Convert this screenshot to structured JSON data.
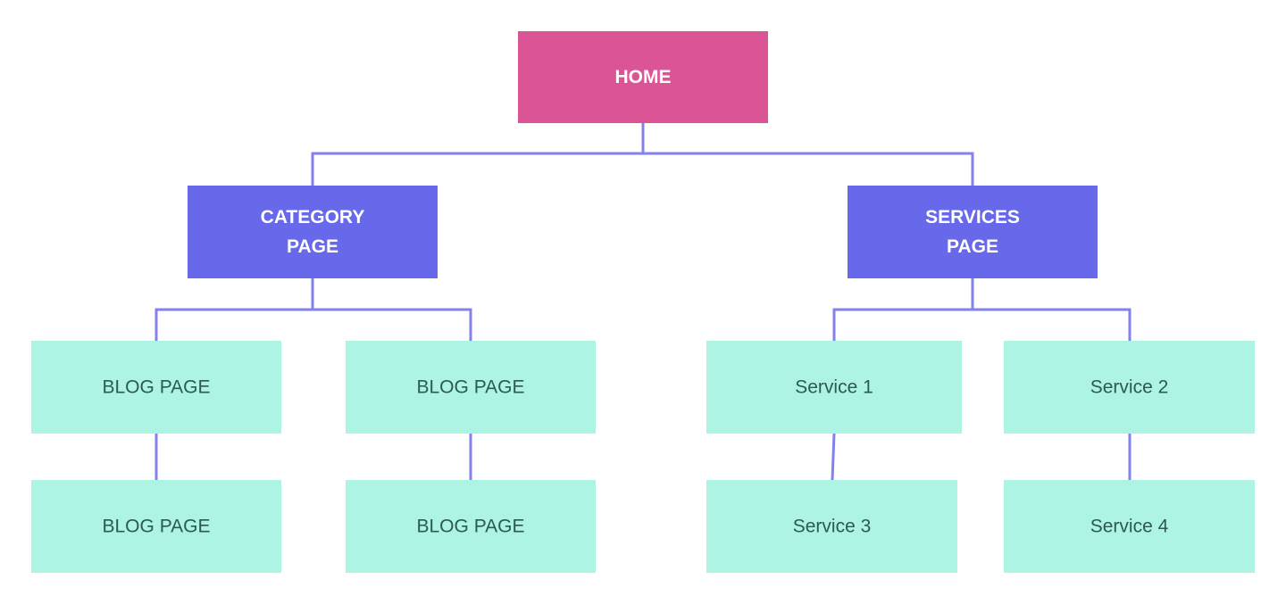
{
  "colors": {
    "home": "#DB5596",
    "section": "#6868EA",
    "leaf": "#AEF4E5",
    "connector": "#8282EC",
    "light_text": "#FFFFFF",
    "dark_text": "#2A5A50"
  },
  "diagram": {
    "home": {
      "lines": [
        "HOME"
      ]
    },
    "category": {
      "lines": [
        "CATEGORY",
        "PAGE"
      ]
    },
    "services": {
      "lines": [
        "SERVICES",
        "PAGE"
      ]
    },
    "blog_1": {
      "lines": [
        "BLOG PAGE"
      ]
    },
    "blog_2": {
      "lines": [
        "BLOG PAGE"
      ]
    },
    "blog_3": {
      "lines": [
        "BLOG PAGE"
      ]
    },
    "blog_4": {
      "lines": [
        "BLOG PAGE"
      ]
    },
    "service_1": {
      "lines": [
        "Service 1"
      ]
    },
    "service_2": {
      "lines": [
        "Service 2"
      ]
    },
    "service_3": {
      "lines": [
        "Service 3"
      ]
    },
    "service_4": {
      "lines": [
        "Service 4"
      ]
    }
  }
}
